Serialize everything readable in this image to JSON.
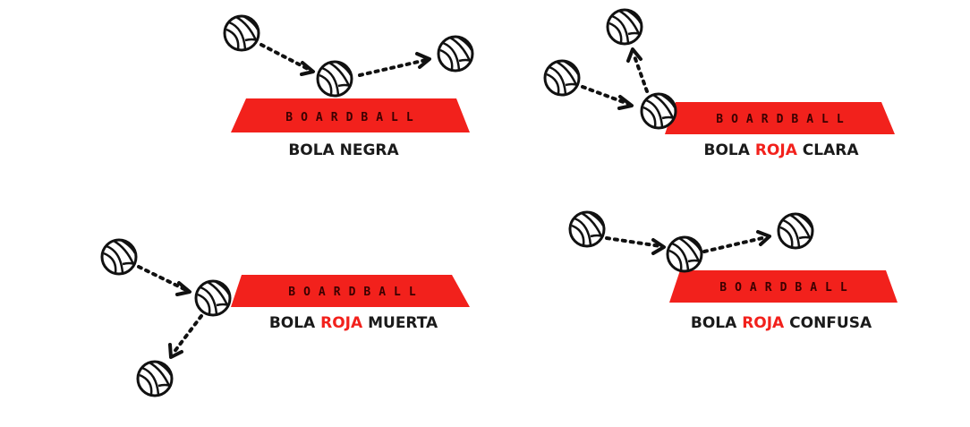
{
  "brand": "BOARDBALL",
  "colors": {
    "accent": "#f2211c",
    "text": "#1a1a1a"
  },
  "panels": [
    {
      "label_parts": [
        "BOLA",
        "NEGRA",
        ""
      ]
    },
    {
      "label_parts": [
        "BOLA",
        "ROJA",
        "CLARA"
      ]
    },
    {
      "label_parts": [
        "BOLA",
        "ROJA",
        "MUERTA"
      ]
    },
    {
      "label_parts": [
        "BOLA",
        "ROJA",
        "CONFUSA"
      ]
    }
  ]
}
